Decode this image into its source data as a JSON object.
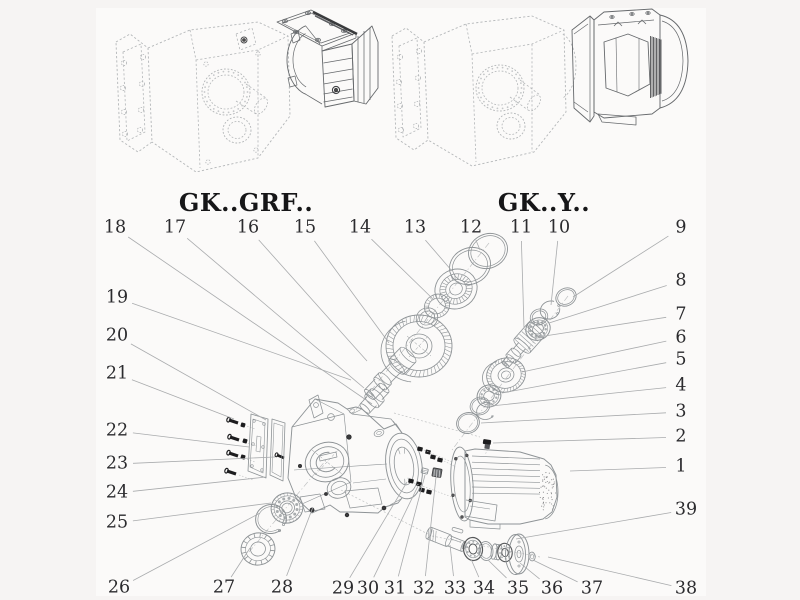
{
  "page": {
    "type": "exploded-parts-diagram",
    "background_color": "#f6f4f3",
    "line_color": "#8e9396",
    "accent_dark": "#1d1d1f"
  },
  "models": [
    {
      "caption": "GK..GRF.."
    },
    {
      "caption": "GK..Y.."
    }
  ],
  "callouts": [
    {
      "label": "1"
    },
    {
      "label": "2"
    },
    {
      "label": "3"
    },
    {
      "label": "4"
    },
    {
      "label": "5"
    },
    {
      "label": "6"
    },
    {
      "label": "7"
    },
    {
      "label": "8"
    },
    {
      "label": "9"
    },
    {
      "label": "10"
    },
    {
      "label": "11"
    },
    {
      "label": "12"
    },
    {
      "label": "13"
    },
    {
      "label": "14"
    },
    {
      "label": "15"
    },
    {
      "label": "16"
    },
    {
      "label": "17"
    },
    {
      "label": "18"
    },
    {
      "label": "19"
    },
    {
      "label": "20"
    },
    {
      "label": "21"
    },
    {
      "label": "22"
    },
    {
      "label": "23"
    },
    {
      "label": "24"
    },
    {
      "label": "25"
    },
    {
      "label": "26"
    },
    {
      "label": "27"
    },
    {
      "label": "28"
    },
    {
      "label": "29"
    },
    {
      "label": "30"
    },
    {
      "label": "31"
    },
    {
      "label": "32"
    },
    {
      "label": "33"
    },
    {
      "label": "34"
    },
    {
      "label": "35"
    },
    {
      "label": "36"
    },
    {
      "label": "37"
    },
    {
      "label": "38"
    },
    {
      "label": "39"
    }
  ]
}
